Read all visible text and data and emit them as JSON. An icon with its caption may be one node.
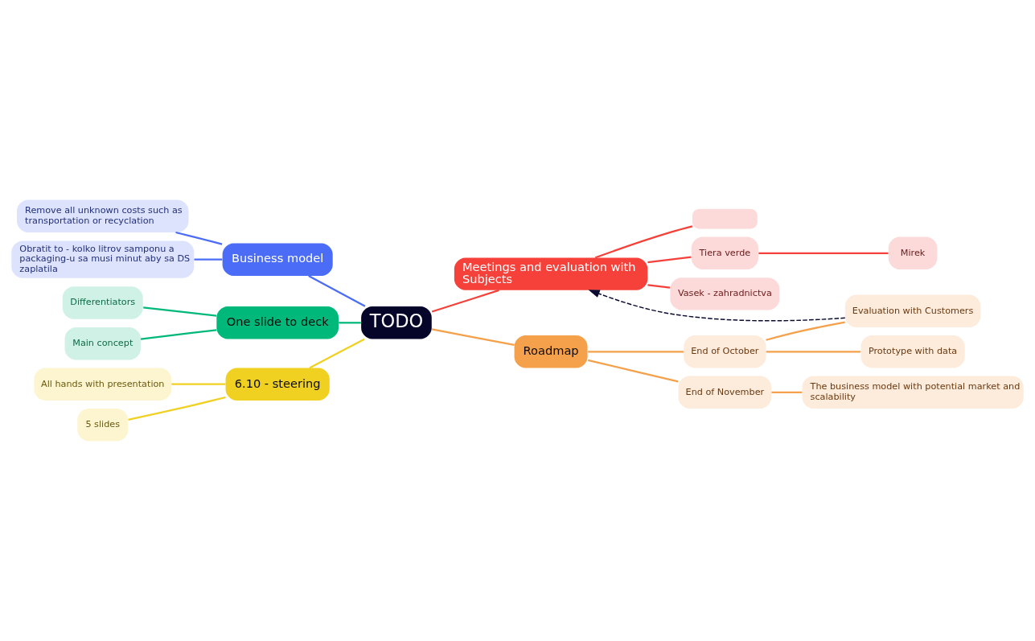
{
  "diagram": {
    "nodes": [
      {
        "text": [
          "TODO"
        ]
      },
      {
        "text": [
          "Business model"
        ]
      },
      {
        "text": [
          "Remove all unknown costs such as transportation or recyclation"
        ]
      },
      {
        "text": [
          "Obratit to - kolko litrov samponu a packaging-u sa musi minut aby sa DS zaplatila"
        ]
      },
      {
        "text": [
          "One slide to deck"
        ]
      },
      {
        "text": [
          "Differentiators"
        ]
      },
      {
        "text": [
          "Main concept"
        ]
      },
      {
        "text": [
          "6.10 - steering"
        ]
      },
      {
        "text": [
          "All hands with presentation"
        ]
      },
      {
        "text": [
          "5 slides"
        ]
      },
      {
        "text": [
          "Meetings and evaluation with Subjects"
        ]
      },
      {
        "text": [],
        "shape": "box"
      },
      {
        "text": [
          "Tiera verde"
        ]
      },
      {
        "text": [
          "Mirek"
        ]
      },
      {
        "text": [
          "Vasek - zahradnictva"
        ]
      },
      {
        "text": [
          "Roadmap"
        ]
      },
      {
        "text": [
          "End of October"
        ]
      },
      {
        "text": [
          "Evaluation with Customers"
        ]
      },
      {
        "text": [
          "Prototype with data"
        ]
      },
      {
        "text": [
          "End of November"
        ]
      },
      {
        "text": [
          "The business model with potential market and scalability"
        ]
      }
    ],
    "edges": [
      {
        "from": 0,
        "to": 1,
        "arrow": "none",
        "color": "#4a6cf7"
      },
      {
        "from": 1,
        "to": 2,
        "arrow": "none",
        "color": "#4a6cf7"
      },
      {
        "from": 1,
        "to": 3,
        "arrow": "none",
        "color": "#4a6cf7"
      },
      {
        "from": 0,
        "to": 4,
        "arrow": "none",
        "color": "#00b87a"
      },
      {
        "from": 4,
        "to": 5,
        "arrow": "none",
        "color": "#00b87a"
      },
      {
        "from": 4,
        "to": 6,
        "arrow": "none",
        "color": "#00b87a"
      },
      {
        "from": 0,
        "to": 7,
        "arrow": "none",
        "color": "#f0d020"
      },
      {
        "from": 7,
        "to": 8,
        "arrow": "none",
        "color": "#f0d020"
      },
      {
        "from": 7,
        "to": 9,
        "arrow": "none",
        "color": "#f0d020"
      },
      {
        "from": 0,
        "to": 10,
        "arrow": "none",
        "color": "#f5413a"
      },
      {
        "from": 10,
        "to": 11,
        "arrow": "none",
        "color": "#f5413a"
      },
      {
        "from": 10,
        "to": 12,
        "arrow": "none",
        "color": "#f5413a"
      },
      {
        "from": 12,
        "to": 13,
        "arrow": "none",
        "color": "#f5413a"
      },
      {
        "from": 10,
        "to": 14,
        "arrow": "none",
        "color": "#f5413a"
      },
      {
        "from": 0,
        "to": 15,
        "arrow": "none",
        "color": "#f5a04a"
      },
      {
        "from": 15,
        "to": 16,
        "arrow": "none",
        "color": "#f5a04a"
      },
      {
        "from": 16,
        "to": 17,
        "arrow": "none",
        "color": "#f5a04a"
      },
      {
        "from": 16,
        "to": 18,
        "arrow": "none",
        "color": "#f5a04a"
      },
      {
        "from": 15,
        "to": 19,
        "arrow": "none",
        "color": "#f5a04a"
      },
      {
        "from": 19,
        "to": 20,
        "arrow": "none",
        "color": "#f5a04a"
      },
      {
        "from": 17,
        "to": 10,
        "arrow": "to",
        "style": "dashed",
        "color": "#0a0a30"
      }
    ]
  }
}
